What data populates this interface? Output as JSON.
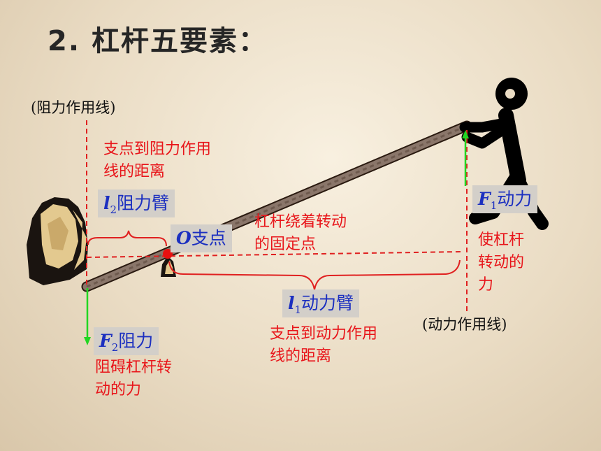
{
  "title": "2. 杠杆五要素：",
  "resistance_line": "(阻力作用线)",
  "effort_line": "(动力作用线)",
  "resistance_arm_desc": [
    "支点到阻力作用",
    "线的距离"
  ],
  "resistance_arm": {
    "symbol": "l",
    "sub": "2",
    "label": "阻力臂"
  },
  "fulcrum": {
    "symbol": "O",
    "label": "支点"
  },
  "fulcrum_desc": [
    "杠杆绕着转动",
    "的固定点"
  ],
  "effort_arm": {
    "symbol": "l",
    "sub": "1",
    "label": "动力臂"
  },
  "effort_arm_desc": [
    "支点到动力作用",
    "线的距离"
  ],
  "effort": {
    "symbol": "F",
    "sub": "1",
    "label": "动力"
  },
  "effort_desc": [
    "使杠杆",
    "转动的",
    "力"
  ],
  "resistance": {
    "symbol": "F",
    "sub": "2",
    "label": "阻力"
  },
  "resistance_desc": [
    "阻碍杠杆转",
    "动的力"
  ],
  "colors": {
    "label_red": "#e8151a",
    "label_blue": "#1b2fc0",
    "arrow_green": "#22d622",
    "box_gray": "#d3cfc9"
  }
}
